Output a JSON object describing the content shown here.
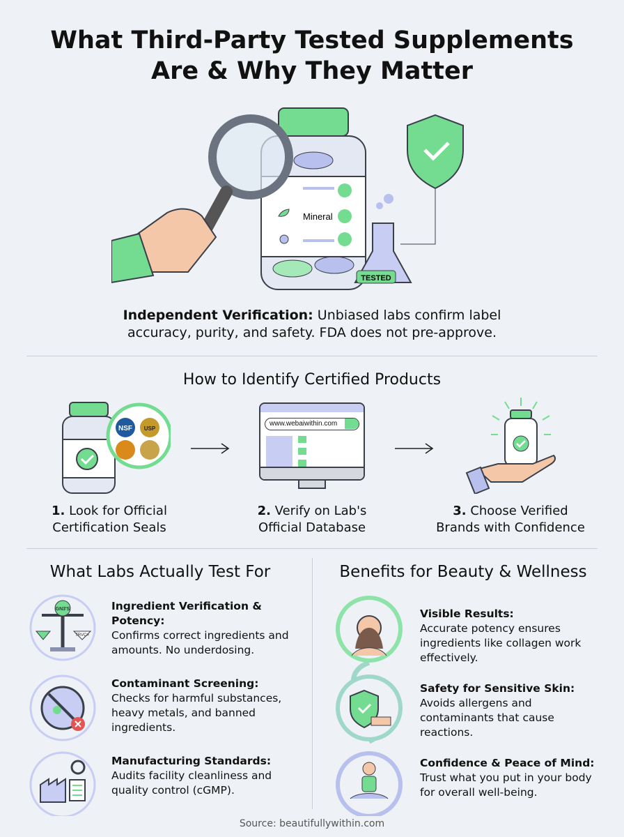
{
  "title": {
    "line1": "What Third-Party Tested Supplements",
    "line2": "Are & Why They Matter"
  },
  "hero": {
    "label_mineral": "Mineral",
    "flask_label": "TESTED",
    "caption_bold": "Independent Verification:",
    "caption_line1": " Unbiased labs confirm label",
    "caption_line2": "accuracy, purity, and safety. FDA does not pre-approve."
  },
  "identify": {
    "heading": "How to Identify Certified Products",
    "url": "www.webaiwithin.com",
    "seals": [
      "NSF",
      "USP"
    ],
    "steps": [
      {
        "num": "1.",
        "line1": " Look for Official",
        "line2": "Certification Seals"
      },
      {
        "num": "2.",
        "line1": " Verify on Lab's",
        "line2": "Official Database"
      },
      {
        "num": "3.",
        "line1": " Choose Verified",
        "line2": "Brands with Confidence"
      }
    ]
  },
  "tests": {
    "heading": "What Labs Actually Test For",
    "scale_labels": [
      "GN3'S",
      "TRVC>"
    ],
    "items": [
      {
        "title": "Ingredient Verification &",
        "title2": "Potency:",
        "desc": "Confirms correct ingredients and amounts. No underdosing."
      },
      {
        "title": "Contaminant Screening:",
        "title2": "",
        "desc": "Checks for harmful substances, heavy metals, and banned ingredients."
      },
      {
        "title": "Manufacturing Standards:",
        "title2": "",
        "desc": "Audits facility cleanliness and quality control (cGMP)."
      }
    ]
  },
  "benefits": {
    "heading": "Benefits for Beauty & Wellness",
    "items": [
      {
        "title": "Visible Results:",
        "desc": "Accurate potency ensures ingredients like collagen work effectively."
      },
      {
        "title": "Safety for Sensitive Skin:",
        "desc": "Avoids allergens and contaminants that cause reactions."
      },
      {
        "title": "Confidence & Peace of Mind:",
        "desc": "Trust what you put in your body for overall well-being."
      }
    ]
  },
  "source": "Source: beautifullywithin.com",
  "colors": {
    "background": "#eef1f5",
    "green": "#74dc90",
    "lavender": "#b8c0ee",
    "outline": "#3a3f4a"
  }
}
